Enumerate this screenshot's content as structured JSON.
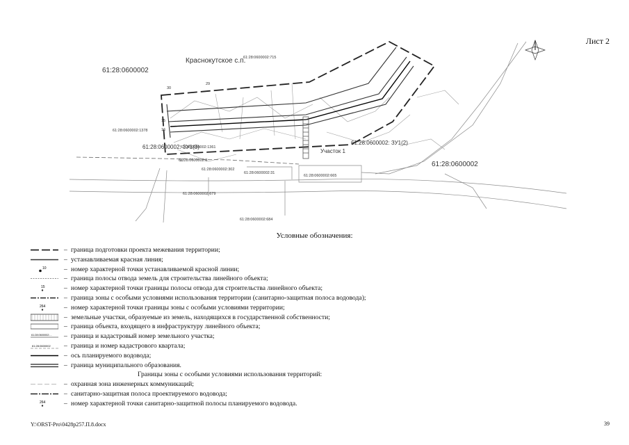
{
  "sheet_label": "Лист 2",
  "map": {
    "settlement": "Краснокутское с.п.",
    "quarter_left": "61:28:0600002",
    "quarter_right": "61:28:0600002",
    "area_label": "Участок 1",
    "zu1_label": "61:28:0600002: ЗУ1(2)",
    "zu3_label": "61:28:0600002: ЗУ1(3)",
    "parcel_labels": [
      "61:28:0600002:715",
      "61:28:0600002:1378",
      "61:28:0600002:1361",
      "61:28:0600002:8",
      "61:28:0600002:302",
      "61:28:0600002:31",
      "61:28:0600002:665",
      "61:28:0600002:679",
      "61:28:0600002:684"
    ],
    "point_labels": [
      "29",
      "30",
      "10",
      "15",
      "16"
    ]
  },
  "legend": {
    "title": "Условные обозначения:",
    "items": [
      {
        "symbol": "draft-boundary-line",
        "text": "граница подготовки проекта межевания территории;"
      },
      {
        "symbol": "red-line",
        "text": "устанавливаемая красная линия;"
      },
      {
        "symbol": "red-line-point",
        "text": "номер характерной точки устанавливаемой красной линии;"
      },
      {
        "symbol": "allotment-strip-line",
        "text": "граница полосы отвода земель для строительства линейного объекта;"
      },
      {
        "symbol": "allotment-point",
        "text": "номер характерной точки границы полосы отвода для строительства линейного объекта;"
      },
      {
        "symbol": "special-zone-line",
        "text": "граница зоны с особыми условиями использования территории (санитарно-защитная полоса водовода);"
      },
      {
        "symbol": "special-zone-point",
        "text": "номер характерной точки границы зоны с особыми условиями территории;"
      },
      {
        "symbol": "state-land-hatch",
        "text": "земельные участки, образуемые из земель, находящихся в государственной собственности;"
      },
      {
        "symbol": "object-boundary",
        "text": "граница объекта, входящего в инфраструктуру линейного объекта;"
      },
      {
        "symbol": "parcel-boundary",
        "text": "граница и кадастровый номер земельного участка;"
      },
      {
        "symbol": "quarter-boundary",
        "text": "граница и номер кадастрового квартала;"
      },
      {
        "symbol": "pipeline-axis",
        "text": "ось планируемого водовода;"
      },
      {
        "symbol": "municipal-boundary",
        "text": "граница муниципального образования."
      }
    ],
    "sub_title": "Границы зоны с особыми условиями использования территорий:",
    "sub_items": [
      {
        "symbol": "protection-zone-line",
        "text": "охранная зона инженерных коммуникаций;"
      },
      {
        "symbol": "sanitary-strip-line",
        "text": "санитарно-защитная полоса проектируемого водовода;"
      },
      {
        "symbol": "sanitary-point",
        "text": "номер характерной точки санитарно-защитной полосы планируемого водовода."
      }
    ],
    "symbol_labels": {
      "red_point": "10",
      "allot_point": "15",
      "zone_point": "264",
      "parcel_label": "61:28:0600002:...",
      "quarter_label": "61:28:0600002",
      "sanitary_point": "264"
    }
  },
  "dash": "–",
  "footer": {
    "path": "Y:\\ORST-Pro\\0428p257.П.8.docx",
    "page": "39"
  }
}
